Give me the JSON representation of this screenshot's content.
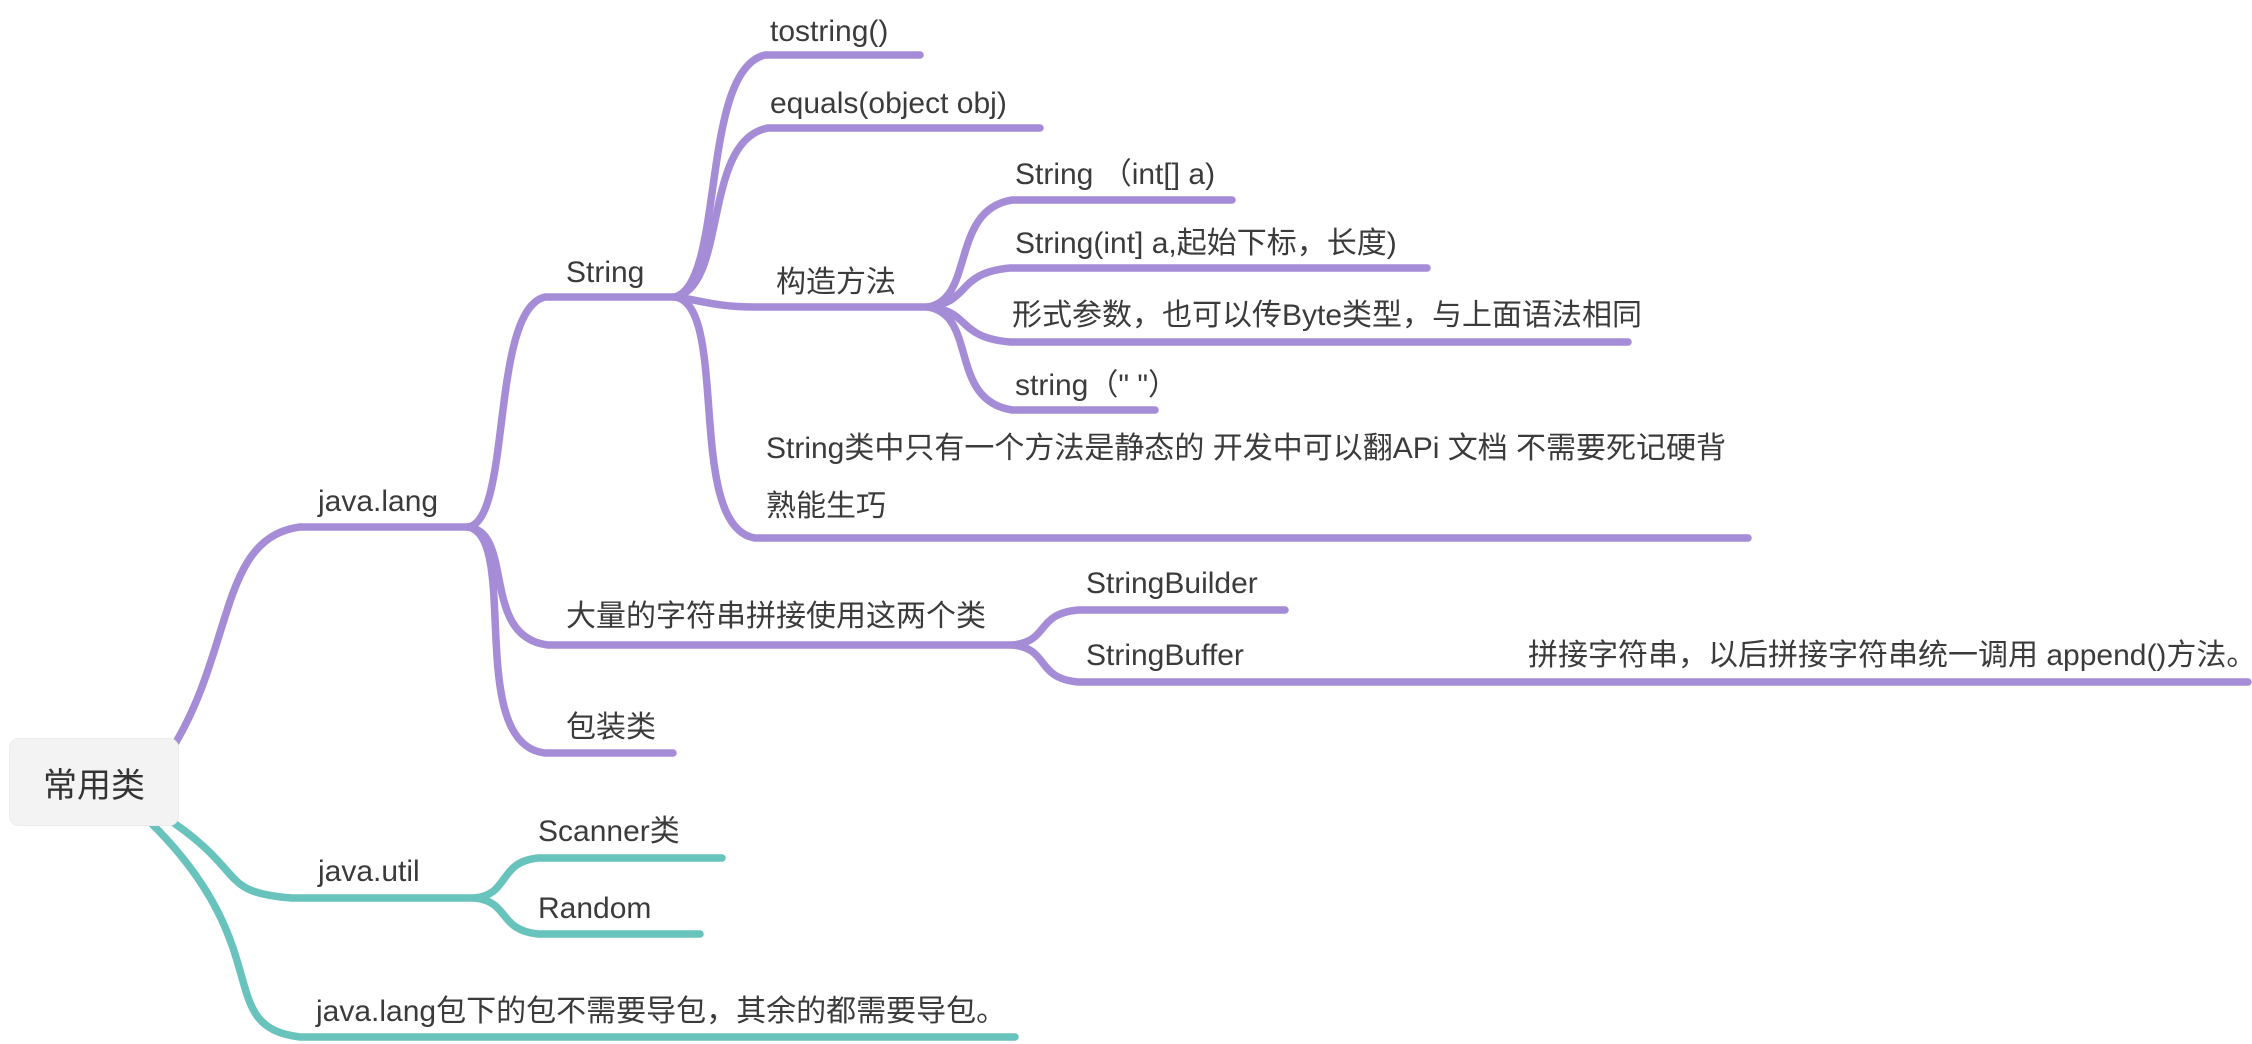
{
  "colors": {
    "purple_branch": "#a58cd6",
    "teal_branch": "#67c3bb",
    "text": "#3b3b3b",
    "root_bg": "#f3f3f4"
  },
  "tree": {
    "root": "常用类",
    "branches": [
      {
        "label": "java.lang",
        "color": "#a58cd6",
        "children": [
          {
            "label": "String",
            "children": [
              {
                "label": "tostring()"
              },
              {
                "label": "equals(object obj)"
              },
              {
                "label": "构造方法",
                "children": [
                  {
                    "label": "String （int[] a)"
                  },
                  {
                    "label": "String(int] a,起始下标，长度)"
                  },
                  {
                    "label": "形式参数，也可以传Byte类型，与上面语法相同"
                  },
                  {
                    "label": "string（\" \"）"
                  }
                ]
              },
              {
                "label": "String类中只有一个方法是静态的 开发中可以翻APi 文档  不需要死记硬背 熟能生巧"
              }
            ]
          },
          {
            "label": "大量的字符串拼接使用这两个类",
            "children": [
              {
                "label": "StringBuilder"
              },
              {
                "label": "StringBuffer",
                "children": [
                  {
                    "label": "拼接字符串，以后拼接字符串统一调用 append()方法。"
                  }
                ]
              }
            ]
          },
          {
            "label": "包装类"
          }
        ]
      },
      {
        "label": "java.util",
        "color": "#67c3bb",
        "children": [
          {
            "label": "Scanner类"
          },
          {
            "label": "Random"
          }
        ]
      },
      {
        "label": "java.lang包下的包不需要导包，其余的都需要导包。",
        "color": "#67c3bb"
      }
    ]
  }
}
